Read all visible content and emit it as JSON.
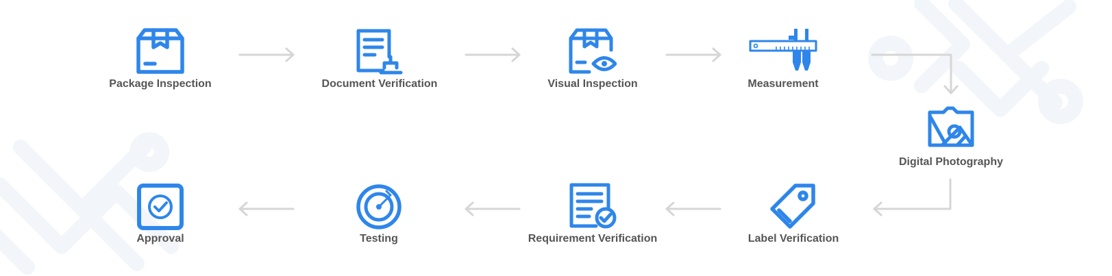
{
  "colors": {
    "accent": "#2e86ea",
    "arrow": "#d6d6d6",
    "label": "#555555",
    "pattern": "#f3f6fa"
  },
  "steps": [
    {
      "label": "Package Inspection",
      "icon": "package-icon"
    },
    {
      "label": "Document Verification",
      "icon": "document-stamp-icon"
    },
    {
      "label": "Visual Inspection",
      "icon": "package-eye-icon"
    },
    {
      "label": "Measurement",
      "icon": "caliper-icon"
    },
    {
      "label": "Digital Photography",
      "icon": "photo-icon"
    },
    {
      "label": "Label Verification",
      "icon": "tag-icon"
    },
    {
      "label": "Requirement Verification",
      "icon": "document-check-icon"
    },
    {
      "label": "Testing",
      "icon": "gauge-icon"
    },
    {
      "label": "Approval",
      "icon": "approval-check-icon"
    }
  ]
}
